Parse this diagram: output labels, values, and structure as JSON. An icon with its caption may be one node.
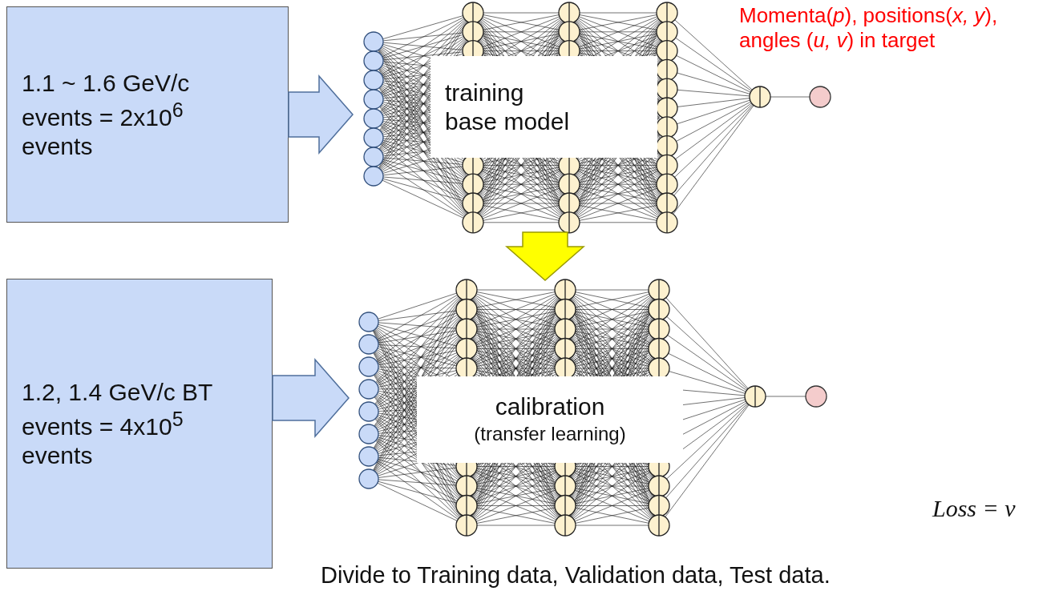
{
  "diagram": {
    "caption": "Divide to Training data, Validation data, Test data.",
    "nodes": [
      {
        "text": [
          "1.1 ~ 1.6 GeV/c events = 2x10$^{6}$ events"
        ]
      },
      {
        "text": [],
        "shape": "picture"
      },
      {
        "text": [
          "training base model"
        ],
        "in": 1
      },
      {
        "text": [
          "1.2, 1.4 GeV/c BT events = 4x10$^{5}$ events"
        ]
      },
      {
        "text": [],
        "shape": "picture"
      },
      {
        "text": [
          "calibration",
          "(transfer learning)"
        ],
        "in": 4
      }
    ],
    "edges": [
      {
        "from": 0,
        "to": 1,
        "arrow": "to"
      },
      {
        "from": 3,
        "to": 4,
        "arrow": "to"
      },
      {
        "from": 1,
        "to": 4,
        "arrow": "to",
        "color": "#ffff00"
      }
    ],
    "labels": [
      "Momenta(*p*), positions(*x, y*), angles (*u, v*) in target",
      "Loss = v"
    ]
  }
}
